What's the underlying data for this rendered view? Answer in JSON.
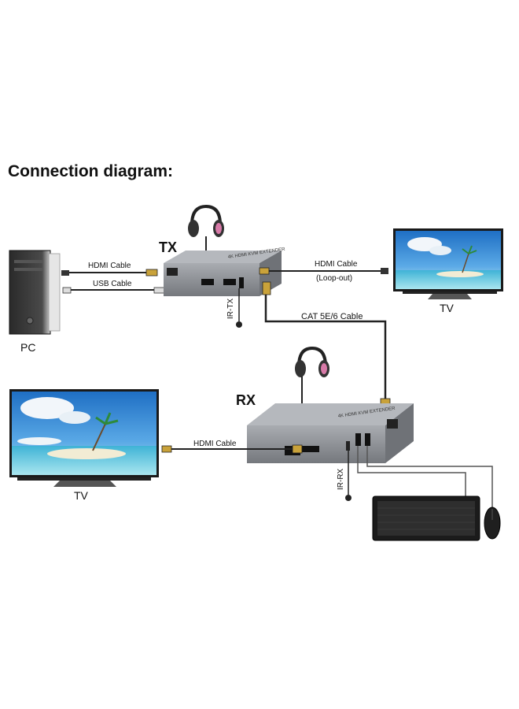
{
  "title": "Connection diagram:",
  "labels": {
    "tx": "TX",
    "rx": "RX",
    "pc": "PC",
    "tv_top": "TV",
    "tv_left": "TV",
    "ir_tx": "IR-TX",
    "ir_rx": "IR-RX",
    "cat": "CAT 5E/6 Cable"
  },
  "cables": {
    "hdmi_pc": "HDMI Cable",
    "usb_pc": "USB Cable",
    "hdmi_loop": "HDMI Cable",
    "loop_out": "(Loop-out)",
    "hdmi_rx": "HDMI Cable"
  },
  "device_printing": {
    "tx_front": "4K HDMI KVM EXTENDER",
    "rx_front": "4K HDMI KVM EXTENDER"
  },
  "colors": {
    "device_body": "#8a8d92",
    "device_top": "#a5a8ad",
    "cable": "#222222",
    "sky": "#3f8fd6",
    "sea": "#7fd3e6",
    "headphone_accent": "#d87aa8"
  },
  "icons": [
    "pc-tower-icon",
    "tv-icon",
    "headphones-icon",
    "keyboard-icon",
    "mouse-icon",
    "ir-sensor-icon"
  ]
}
